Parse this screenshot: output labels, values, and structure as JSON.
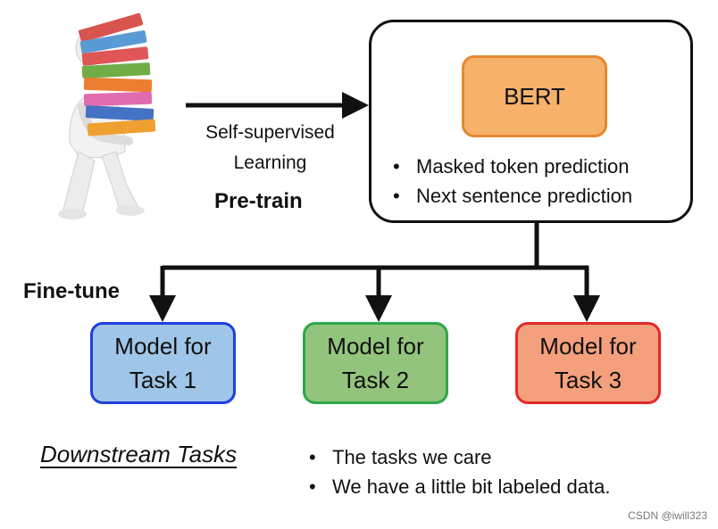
{
  "pretrain": {
    "arrow_label_line1": "Self-supervised",
    "arrow_label_line2": "Learning",
    "stage_label": "Pre-train"
  },
  "bert": {
    "model_name": "BERT",
    "tasks": [
      "Masked token prediction",
      "Next sentence prediction"
    ]
  },
  "finetune": {
    "stage_label": "Fine-tune",
    "models": [
      {
        "label": "Model for\nTask 1",
        "color": "#9fc5e8",
        "border": "#1f3fe0"
      },
      {
        "label": "Model for\nTask 2",
        "color": "#93c47d",
        "border": "#2ea84a"
      },
      {
        "label": "Model for\nTask 3",
        "color": "#f4a07c",
        "border": "#e02a2a"
      }
    ]
  },
  "downstream": {
    "title": "Downstream Tasks",
    "notes": [
      "The tasks we care",
      "We have a little bit labeled data."
    ]
  },
  "watermark": "CSDN @iwill323",
  "illustration": {
    "icon": "person-carrying-binders-icon",
    "binder_colors": [
      "#d9534f",
      "#5b9bd5",
      "#70ad47",
      "#ed7d31",
      "#e06cb0",
      "#4472c4",
      "#f0a030"
    ]
  }
}
